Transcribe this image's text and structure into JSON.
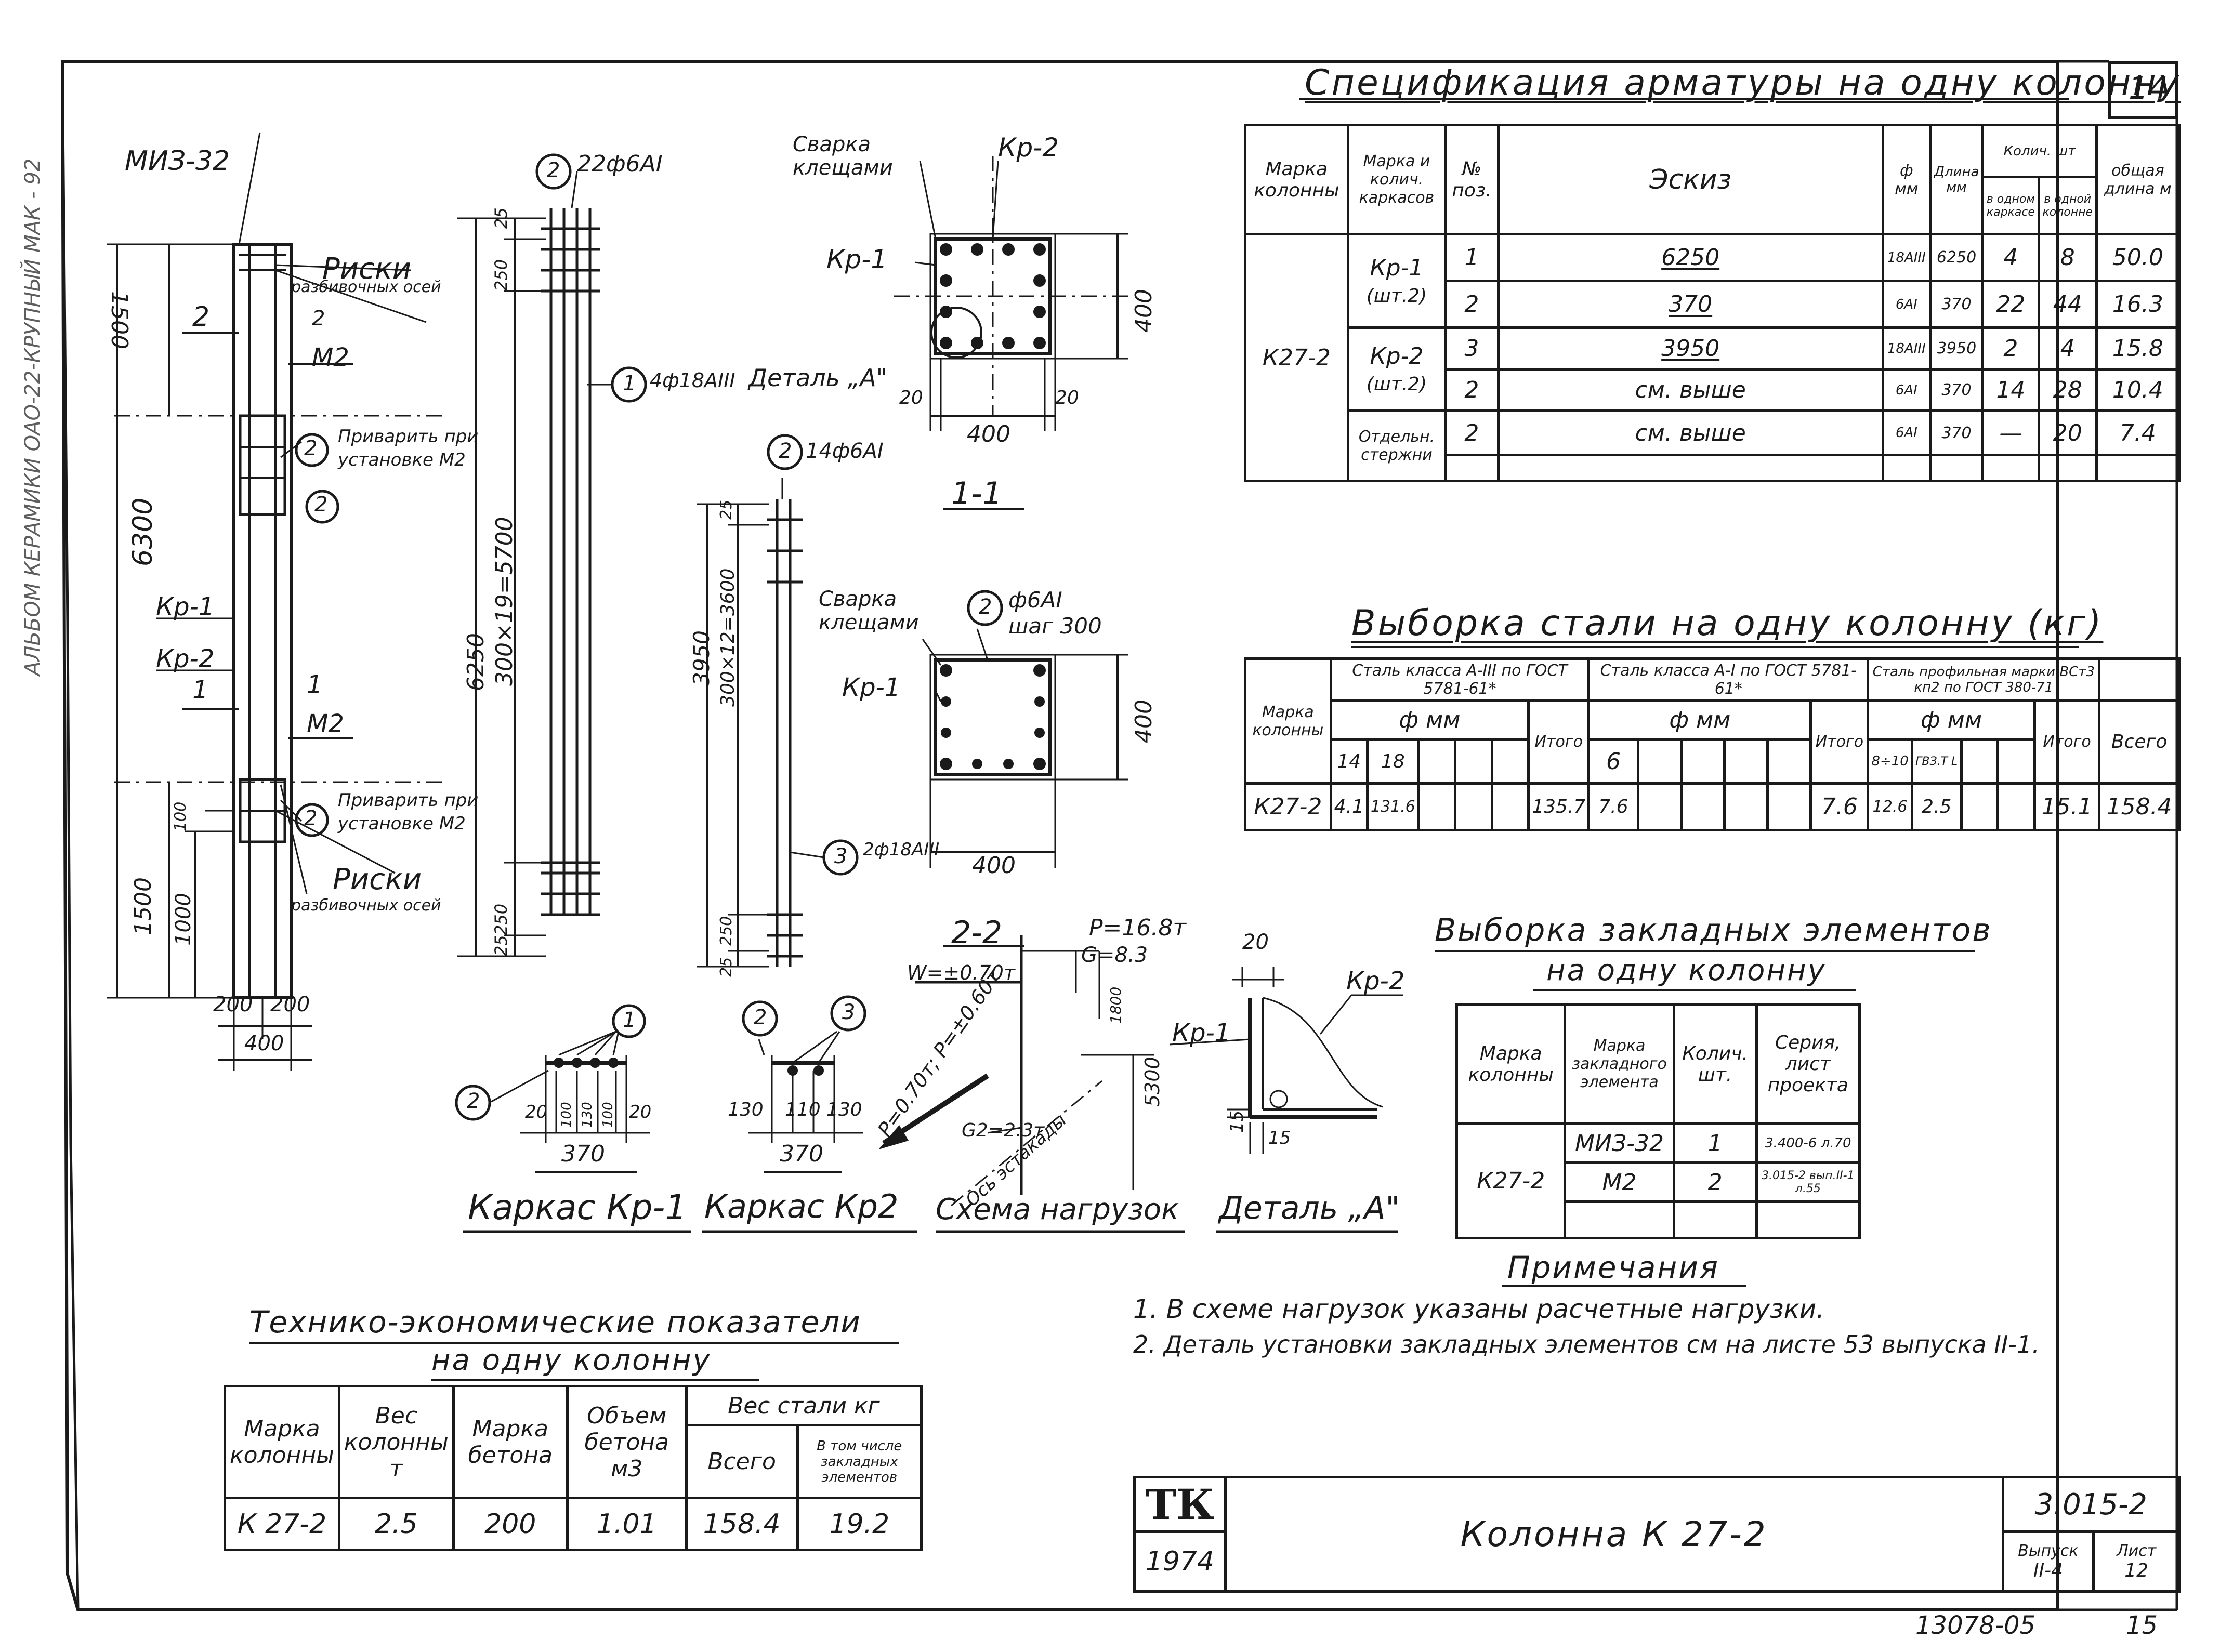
{
  "page": {
    "sheet_no": "14",
    "side_stamp": "АЛЬБОМ КЕРАМИКИ ОАО-22-КРУПНЫЙ МАК - 92",
    "bottom_code": "13078-05",
    "bottom_page": "15"
  },
  "spec": {
    "title": "Спецификация арматуры на одну колонну",
    "headers": {
      "col_mark": "Марка колонны",
      "frame_mark": "Марка и колич. каркасов",
      "pos": "№ поз.",
      "sketch": "Эскиз",
      "dia": "ф мм",
      "len": "Длина мм",
      "qty": "Колич. шт",
      "qty_frame": "в одном каркасе",
      "qty_col": "в одной колонне",
      "total": "общая длина м"
    },
    "column": "К27-2",
    "rows": [
      {
        "frame": "Кр-1",
        "pos": "1",
        "sketch": "6250",
        "dia": "18АIII",
        "len": "6250",
        "qf": "4",
        "qc": "8",
        "total": "50.0"
      },
      {
        "frame": "(шт.2)",
        "pos": "2",
        "sketch": "370",
        "dia": "6АI",
        "len": "370",
        "qf": "22",
        "qc": "44",
        "total": "16.3"
      },
      {
        "frame": "Кр-2",
        "pos": "3",
        "sketch": "3950",
        "dia": "18АIII",
        "len": "3950",
        "qf": "2",
        "qc": "4",
        "total": "15.8"
      },
      {
        "frame": "(шт.2)",
        "pos": "2",
        "sketch": "см. выше",
        "dia": "6АI",
        "len": "370",
        "qf": "14",
        "qc": "28",
        "total": "10.4"
      },
      {
        "frame": "Отдельн. стержни",
        "pos": "2",
        "sketch": "см. выше",
        "dia": "6АI",
        "len": "370",
        "qf": "—",
        "qc": "20",
        "total": "7.4"
      }
    ]
  },
  "steel": {
    "title": "Выборка стали на одну колонну (кг)",
    "h_col": "Марка колонны",
    "h_a3": "Сталь класса А-III по ГОСТ 5781-61*",
    "h_a1": "Сталь класса А-I по ГОСТ 5781-61*",
    "h_prof": "Сталь профильная марки ВСт3 кп2 по ГОСТ 380-71",
    "h_phi": "ф мм",
    "h_itogo": "Итого",
    "h_vsego": "Всего",
    "d14": "14",
    "d18": "18",
    "d6": "6",
    "d810": "8÷10",
    "d_prof2": "ГВЗ.Т L",
    "row": {
      "col": "К27-2",
      "a14": "4.1",
      "a18": "131.6",
      "a_it": "135.7",
      "b6": "7.6",
      "b_it": "7.6",
      "p1": "12.6",
      "p2": "2.5",
      "p_it": "15.1",
      "total": "158.4"
    }
  },
  "embed": {
    "title1": "Выборка закладных элементов",
    "title2": "на одну колонну",
    "h_col": "Марка колонны",
    "h_el": "Марка закладного элемента",
    "h_qty": "Колич. шт.",
    "h_ser": "Серия, лист проекта",
    "column": "К27-2",
    "rows": [
      {
        "el": "МИЗ-32",
        "qty": "1",
        "ser": "3.400-6 л.70"
      },
      {
        "el": "М2",
        "qty": "2",
        "ser": "3.015-2 вып.II-1 л.55"
      }
    ]
  },
  "notes": {
    "title": "Примечания",
    "n1": "1. В схеме нагрузок указаны расчетные нагрузки.",
    "n2": "2. Деталь установки закладных элементов см на листе 53 выпуска II-1."
  },
  "tep": {
    "title1": "Технико-экономические показатели",
    "title2": "на одну колонну",
    "h_col": "Марка колонны",
    "h_w": "Вес колонны т",
    "h_conc": "Марка бетона",
    "h_vol": "Объем бетона м3",
    "h_steel": "Вес стали кг",
    "h_all": "Всего",
    "h_emb": "В том числе закладных элементов",
    "row": {
      "col": "К 27-2",
      "w": "2.5",
      "conc": "200",
      "vol": "1.01",
      "all": "158.4",
      "emb": "19.2"
    }
  },
  "stamp": {
    "logo": "ТК",
    "year": "1974",
    "name": "Колонна К 27-2",
    "series": "3.015-2",
    "h_issue": "Выпуск",
    "h_sheet": "Лист",
    "issue": "II-4",
    "sheet": "12"
  },
  "drawing": {
    "col_miz": "МИЗ-32",
    "riski1": "Риски",
    "riski1b": "разбивочных осей",
    "riski2": "Риски",
    "riski2b": "разбивочных осей",
    "m2_top": "М2",
    "mk2": "2",
    "mk2b": "2",
    "mk1": "1",
    "mk1b": "1",
    "m2_bot": "М2",
    "weld1": "Приварить при",
    "weld1b": "установке М2",
    "weld2": "Приварить при",
    "weld2b": "установке М2",
    "kr1": "Кр-1",
    "kr2": "Кр-2",
    "dim1500a": "1500",
    "dim6300": "6300",
    "dim1500b": "1500",
    "dim1000": "1000",
    "dim100": "100",
    "dim200a": "200",
    "dim200b": "200",
    "dim400": "400",
    "f1_rod2": "22ф6АI",
    "f1_rod1": "4ф18АIII",
    "f1_det": "Деталь „А\"",
    "f1_6250": "6250",
    "f1_pitch": "300×19=5700",
    "f1_25": "25",
    "f1_250a": "250",
    "f1_250b": "250",
    "f1_25b": "25",
    "weld_t": "Сварка",
    "weld_tb": "клещами",
    "kr2_t": "Кр-2",
    "kr1_t": "Кр-1",
    "s1_400v": "400",
    "s1_400h": "400",
    "s1_20a": "20",
    "s1_20b": "20",
    "sec11": "1-1",
    "f2_rod2": "14ф6АI",
    "f2_3950": "3950",
    "f2_pitch": "300×12=3600",
    "f2_25": "25",
    "f2_250": "250",
    "f2_25b": "25",
    "f2_rod3": "2ф18АIII",
    "weld2_t": "Сварка",
    "weld2_tb": "клещами",
    "kr1_2": "Кр-1",
    "s2_note": "ф6АI",
    "s2_noteb": "шаг 300",
    "s2_400v": "400",
    "s2_400h": "400",
    "sec22": "2-2",
    "cs1_20": "20",
    "cs1_100a": "100",
    "cs1_130": "130",
    "cs1_100b": "100",
    "cs1_20b": "20",
    "cs1_370": "370",
    "cs2_130a": "130",
    "cs2_110": "110",
    "cs2_130b": "130",
    "cs2_370": "370",
    "cap_kr1": "Каркас Кр-1",
    "cap_kr2": "Каркас Кр2",
    "cap_load": "Схема нагрузок",
    "cap_det": "Деталь „А\"",
    "ld_p": "P=16.8т",
    "ld_g": "G=8.3",
    "ld_w": "W=±0.70т",
    "ld_pp": "P=0.70т; P=±0.60т",
    "ld_g2": "G2=2.3т",
    "ld_5300": "5300",
    "ld_1800": "1800",
    "ld_axis": "Ось эстакады",
    "det_20": "20",
    "det_15a": "15",
    "det_15b": "15",
    "det_kr2": "Кр-2",
    "det_kr1": "Кр-1",
    "c1": "1",
    "c2": "2",
    "c3": "3"
  }
}
